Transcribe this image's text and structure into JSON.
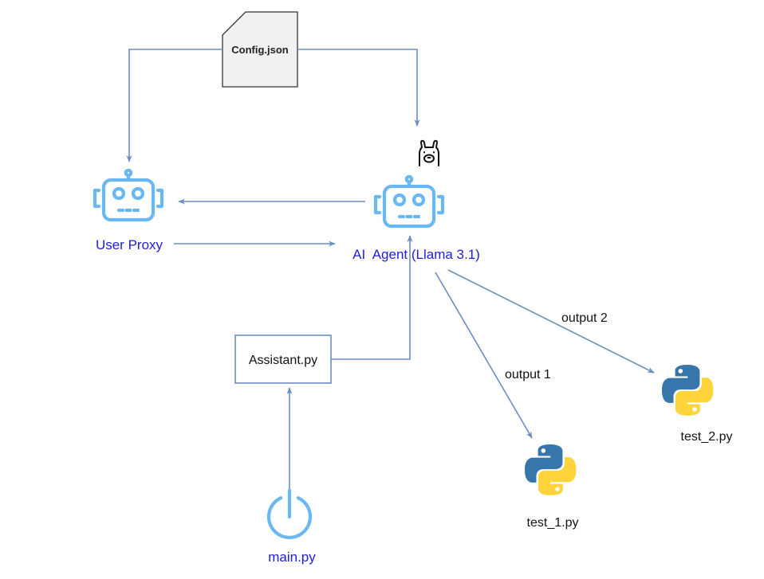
{
  "nodes": {
    "config": "Config.json",
    "user_proxy": "User Proxy",
    "ai_agent": "AI  Agent (Llama 3.1)",
    "assistant": "Assistant.py",
    "main": "main.py",
    "test_1": "test_1.py",
    "test_2": "test_2.py"
  },
  "edges": {
    "output_1": "output 1",
    "output_2": "output 2"
  },
  "colors": {
    "edge": "#6c8ebf",
    "robot": "#6ab8f2",
    "blue_label": "#2020e0",
    "python_blue": "#3776ab",
    "python_yellow": "#ffd43b"
  },
  "icons": [
    "file-icon",
    "robot-icon",
    "llama-icon",
    "python-icon",
    "power-icon"
  ]
}
